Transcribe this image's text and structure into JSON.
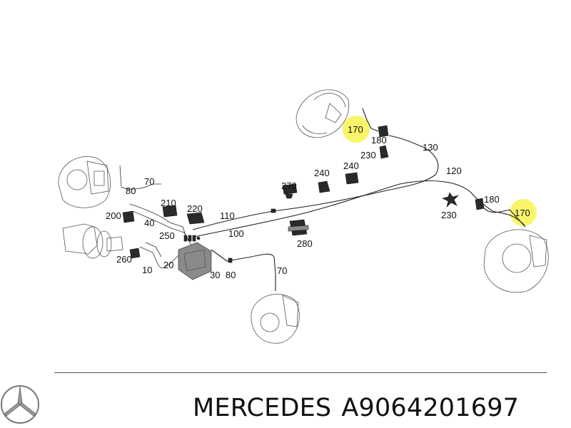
{
  "diagram": {
    "highlighted_parts": [
      "170",
      "170"
    ],
    "part_labels": [
      "170",
      "180",
      "130",
      "230",
      "120",
      "180",
      "170",
      "230",
      "270",
      "240",
      "240",
      "70",
      "80",
      "210",
      "220",
      "110",
      "200",
      "40",
      "100",
      "250",
      "280",
      "260",
      "20",
      "10",
      "30",
      "80",
      "70"
    ]
  },
  "caption": {
    "brand": "MERCEDES",
    "part_number": "A9064201697"
  },
  "colors": {
    "highlight": "#f7f23a",
    "line": "#222222",
    "text": "#111111"
  },
  "icons": [
    "mercedes-star-logo-icon"
  ]
}
